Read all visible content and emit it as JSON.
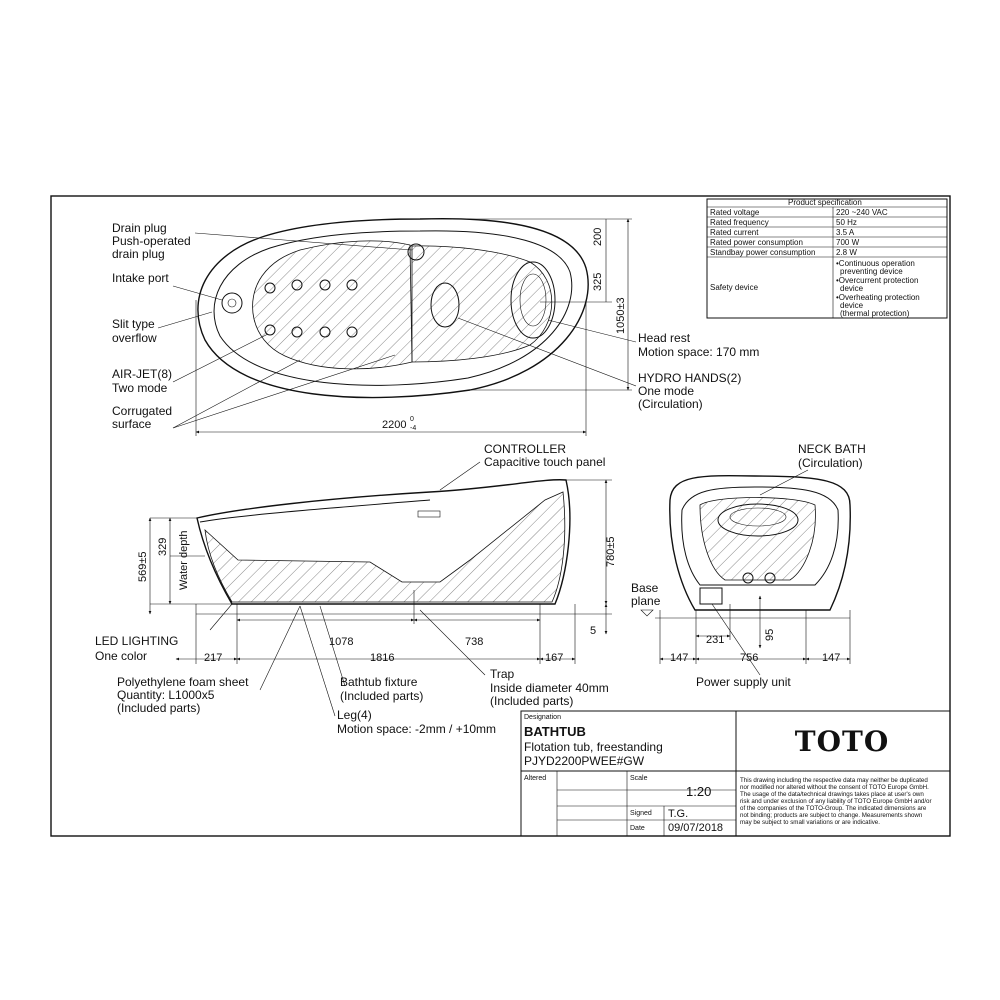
{
  "top_view": {
    "labels": [
      "Drain plug",
      "Push-operated",
      "drain plug",
      "Intake port",
      "Slit type",
      "overflow",
      "AIR-JET(8)",
      "Two mode",
      "Corrugated",
      "surface",
      "Head rest",
      "Motion space: 170 mm",
      "HYDRO HANDS(2)",
      "One mode",
      "(Circulation)"
    ],
    "dimensions": {
      "length": "2200",
      "length_tol_top": "0",
      "length_tol_bot": "-4",
      "width": "1050±3",
      "d200": "200",
      "d325": "325"
    }
  },
  "side_view": {
    "labels": [
      "CONTROLLER",
      "Capacitive touch panel",
      "LED LIGHTING",
      "One color",
      "Polyethylene foam sheet",
      "Quantity: L1000x5",
      "(Included parts)",
      "Bathtub fixture",
      "(Included parts)",
      "Leg(4)",
      "Motion space: -2mm / +10mm",
      "Trap",
      "Inside diameter 40mm",
      "(Included parts)"
    ],
    "dimensions": {
      "h569": "569±5",
      "h329": "329",
      "water_depth": "Water depth",
      "h780": "780±5",
      "h5": "5",
      "d1078": "1078",
      "d738": "738",
      "d217": "217",
      "d1816": "1816",
      "d167": "167"
    }
  },
  "end_view": {
    "labels": [
      "NECK BATH",
      "(Circulation)",
      "Base",
      "plane",
      "Power supply unit"
    ],
    "dimensions": {
      "d231": "231",
      "d95": "95",
      "d147a": "147",
      "d756": "756",
      "d147b": "147"
    }
  },
  "spec_table": {
    "title": "Product specification",
    "rows": [
      {
        "key": "Rated voltage",
        "value": "220 ~240 VAC"
      },
      {
        "key": "Rated frequency",
        "value": "50 Hz"
      },
      {
        "key": "Rated current",
        "value": "3.5 A"
      },
      {
        "key": "Rated power consumption",
        "value": "700 W"
      },
      {
        "key": "Standbay power consumption",
        "value": "2.8 W"
      }
    ],
    "safety_key": "Safety device",
    "safety_lines": [
      "•Continuous operation",
      "preventing device",
      "•Overcurrent protection",
      "device",
      "•Overheating protection",
      "device",
      "(thermal protection)"
    ]
  },
  "title_block": {
    "designation_label": "Designation",
    "name": "BATHTUB",
    "description": "Flotation tub, freestanding",
    "code": "PJYD2200PWEE#GW",
    "brand": "TOTO",
    "altered_label": "Altered",
    "scale_label": "Scale",
    "scale": "1:20",
    "signed_label": "Signed",
    "signed": "T.G.",
    "date_label": "Date",
    "date": "09/07/2018",
    "disclaimer": [
      "This drawing including the respective data may neither be duplicated",
      "nor modified nor altered without the consent of TOTO Europe GmbH.",
      "The usage of the data/technical drawings takes place at user's own",
      "risk and under exclusion of any liability of TOTO Europe GmbH and/or",
      "of the companies of the TOTO-Group. The indicated dimensions are",
      "not binding; products are subject to change. Measurements shown",
      "may be subject to small variations or are indicative."
    ]
  }
}
